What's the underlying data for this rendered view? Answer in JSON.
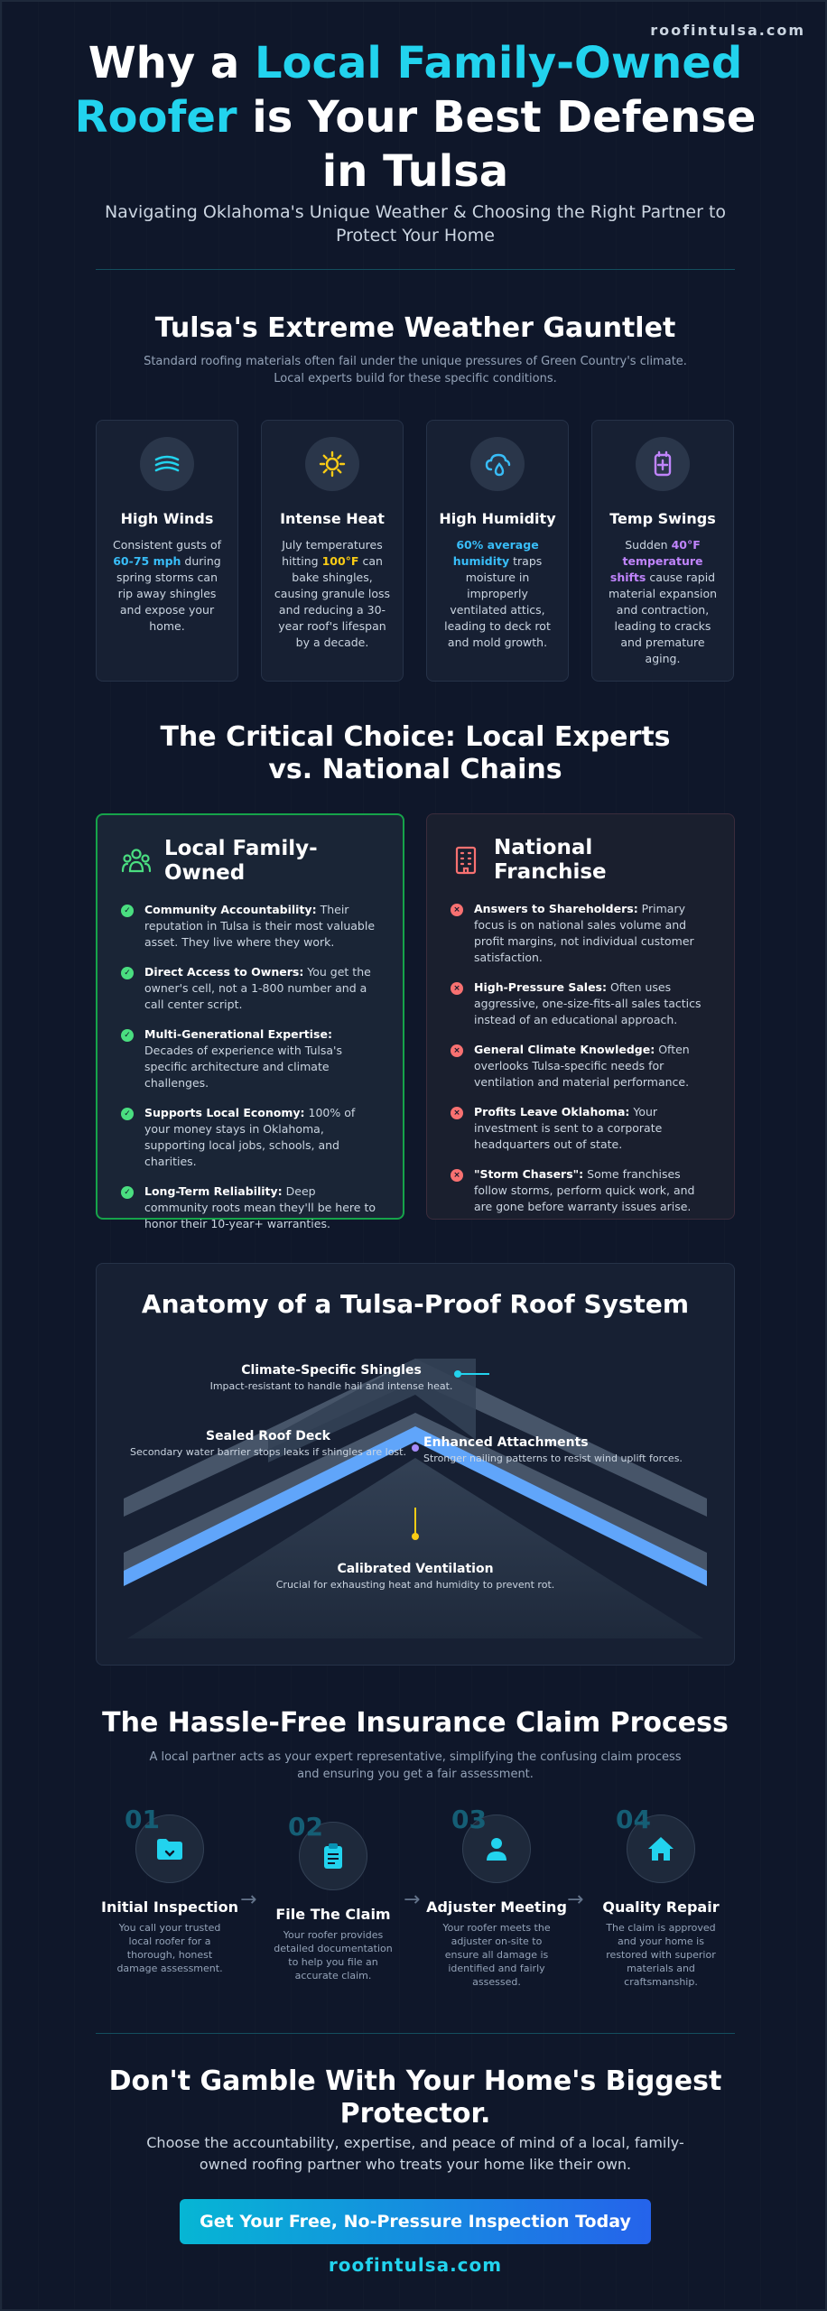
{
  "brand": {
    "domain": "roofintulsa.com"
  },
  "hero": {
    "title_pre": "Why a ",
    "title_highlight": "Local Family-Owned Roofer",
    "title_post": " is Your Best Defense in Tulsa",
    "subtitle": "Navigating Oklahoma's Unique Weather & Choosing the Right Partner to Protect Your Home"
  },
  "weather": {
    "title": "Tulsa's Extreme Weather Gauntlet",
    "description": "Standard roofing materials often fail under the unique pressures of Green Country's climate. Local experts build for these specific conditions.",
    "cards": [
      {
        "icon": "wind-icon",
        "title": "High Winds",
        "pre": "Consistent gusts of ",
        "highlight": "60-75 mph",
        "post": " during spring storms can rip away shingles and expose your home."
      },
      {
        "icon": "sun-icon",
        "title": "Intense Heat",
        "pre": "July temperatures hitting ",
        "highlight": "100°F",
        "post": " can bake shingles, causing granule loss and reducing a 30-year roof's lifespan by a decade."
      },
      {
        "icon": "humidity-icon",
        "title": "High Humidity",
        "pre": "",
        "highlight": "60% average humidity",
        "post": " traps moisture in improperly ventilated attics, leading to deck rot and mold growth."
      },
      {
        "icon": "temperature-swing-icon",
        "title": "Temp Swings",
        "pre": "Sudden ",
        "highlight": "40°F temperature shifts",
        "post": " cause rapid material expansion and contraction, leading to cracks and premature aging."
      }
    ],
    "colors": {
      "wind": "#22d3ee",
      "sun": "#facc15",
      "humidity": "#38bdf8",
      "swing": "#c084fc"
    }
  },
  "choice": {
    "title": "The Critical Choice: Local Experts vs. National Chains",
    "local": {
      "title": "Local Family-Owned",
      "items": [
        {
          "label": "Community Accountability:",
          "text": " Their reputation in Tulsa is their most valuable asset. They live where they work."
        },
        {
          "label": "Direct Access to Owners:",
          "text": " You get the owner's cell, not a 1-800 number and a call center script."
        },
        {
          "label": "Multi-Generational Expertise:",
          "text": " Decades of experience with Tulsa's specific architecture and climate challenges."
        },
        {
          "label": "Supports Local Economy:",
          "text": " 100% of your money stays in Oklahoma, supporting local jobs, schools, and charities."
        },
        {
          "label": "Long-Term Reliability:",
          "text": " Deep community roots mean they'll be here to honor their 10-year+ warranties."
        }
      ]
    },
    "national": {
      "title": "National Franchise",
      "items": [
        {
          "label": "Answers to Shareholders:",
          "text": " Primary focus is on national sales volume and profit margins, not individual customer satisfaction."
        },
        {
          "label": "High-Pressure Sales:",
          "text": " Often uses aggressive, one-size-fits-all sales tactics instead of an educational approach."
        },
        {
          "label": "General Climate Knowledge:",
          "text": " Often overlooks Tulsa-specific needs for ventilation and material performance."
        },
        {
          "label": "Profits Leave Oklahoma:",
          "text": " Your investment is sent to a corporate headquarters out of state."
        },
        {
          "label": "\"Storm Chasers\":",
          "text": " Some franchises follow storms, perform quick work, and are gone before warranty issues arise."
        }
      ]
    }
  },
  "anatomy": {
    "title": "Anatomy of a Tulsa-Proof Roof System",
    "labels": [
      {
        "title": "Climate-Specific Shingles",
        "desc": "Impact-resistant to handle hail and intense heat."
      },
      {
        "title": "Sealed Roof Deck",
        "desc": "Secondary water barrier stops leaks if shingles are lost."
      },
      {
        "title": "Enhanced Attachments",
        "desc": "Stronger nailing patterns to resist wind uplift forces."
      },
      {
        "title": "Calibrated Ventilation",
        "desc": "Crucial for exhausting heat and humidity to prevent rot."
      }
    ]
  },
  "process": {
    "title": "The Hassle-Free Insurance Claim Process",
    "description": "A local partner acts as your expert representative, simplifying the confusing claim process and ensuring you get a fair assessment.",
    "arrow": "→",
    "steps": [
      {
        "num": "01",
        "icon": "folder-icon",
        "title": "Initial Inspection",
        "desc": "You call your trusted local roofer for a thorough, honest damage assessment."
      },
      {
        "num": "02",
        "icon": "clipboard-icon",
        "title": "File The Claim",
        "desc": "Your roofer provides detailed documentation to help you file an accurate claim."
      },
      {
        "num": "03",
        "icon": "user-icon",
        "title": "Adjuster Meeting",
        "desc": "Your roofer meets the adjuster on-site to ensure all damage is identified and fairly assessed."
      },
      {
        "num": "04",
        "icon": "home-icon",
        "title": "Quality Repair",
        "desc": "The claim is approved and your home is restored with superior materials and craftsmanship."
      }
    ]
  },
  "cta": {
    "title": "Don't Gamble With Your Home's Biggest Protector.",
    "description": "Choose the accountability, expertise, and peace of mind of a local, family-owned roofing partner who treats your home like their own.",
    "button": "Get Your Free, No-Pressure Inspection Today",
    "link": "roofintulsa.com"
  }
}
